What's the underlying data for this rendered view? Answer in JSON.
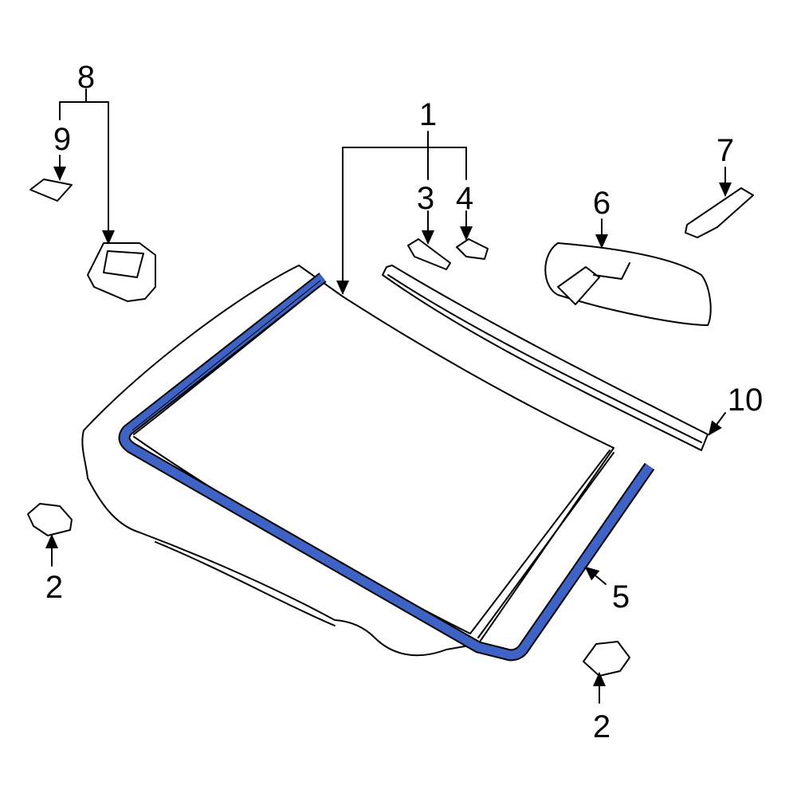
{
  "diagram": {
    "highlight_color": "#3f63c4",
    "highlighted_part": "5",
    "callouts": [
      {
        "id": "c1",
        "text": "1"
      },
      {
        "id": "c2a",
        "text": "2"
      },
      {
        "id": "c2b",
        "text": "2"
      },
      {
        "id": "c3",
        "text": "3"
      },
      {
        "id": "c4",
        "text": "4"
      },
      {
        "id": "c5",
        "text": "5"
      },
      {
        "id": "c6",
        "text": "6"
      },
      {
        "id": "c7",
        "text": "7"
      },
      {
        "id": "c8",
        "text": "8"
      },
      {
        "id": "c9",
        "text": "9"
      },
      {
        "id": "c10",
        "text": "10"
      }
    ]
  }
}
